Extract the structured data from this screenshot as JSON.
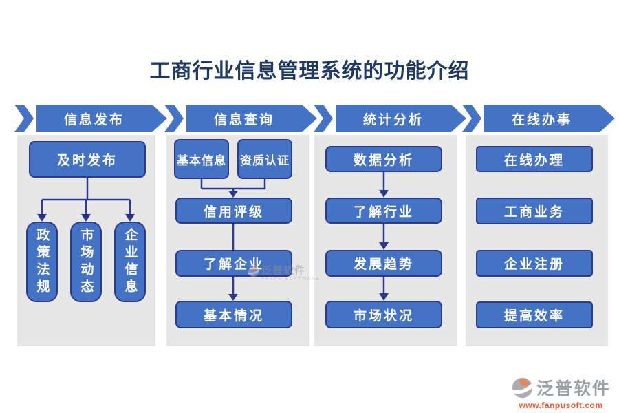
{
  "title": "工商行业信息管理系统的功能介绍",
  "columns": [
    {
      "header": "信息发布",
      "top_node": "及时发布",
      "children": [
        "政策法规",
        "市场动态",
        "企业信息"
      ]
    },
    {
      "header": "信息查询",
      "pair": [
        "基本信息",
        "资质认证"
      ],
      "flow": [
        "信用评级",
        "了解企业",
        "基本情况"
      ]
    },
    {
      "header": "统计分析",
      "flow": [
        "数据分析",
        "了解行业",
        "发展趋势",
        "市场状况"
      ]
    },
    {
      "header": "在线办事",
      "items": [
        "在线办理",
        "工商业务",
        "企业注册",
        "提高效率"
      ]
    }
  ],
  "watermark": {
    "brand": "泛普软件",
    "sub": "FANPU SOFTWARE"
  },
  "footer_logo": {
    "brand": "泛普软件",
    "website": "www.fanpusoft.com"
  },
  "colors": {
    "banner_blue": "#4472C4",
    "node_blue": "#4472C4",
    "node_border": "#2B3A8F",
    "connector_navy": "#2B3A8F",
    "panel_gray": "#E8E7E7",
    "title_navy": "#1F3864",
    "logo_orange": "#F0592B",
    "logo_gray": "#A8AEB4"
  }
}
